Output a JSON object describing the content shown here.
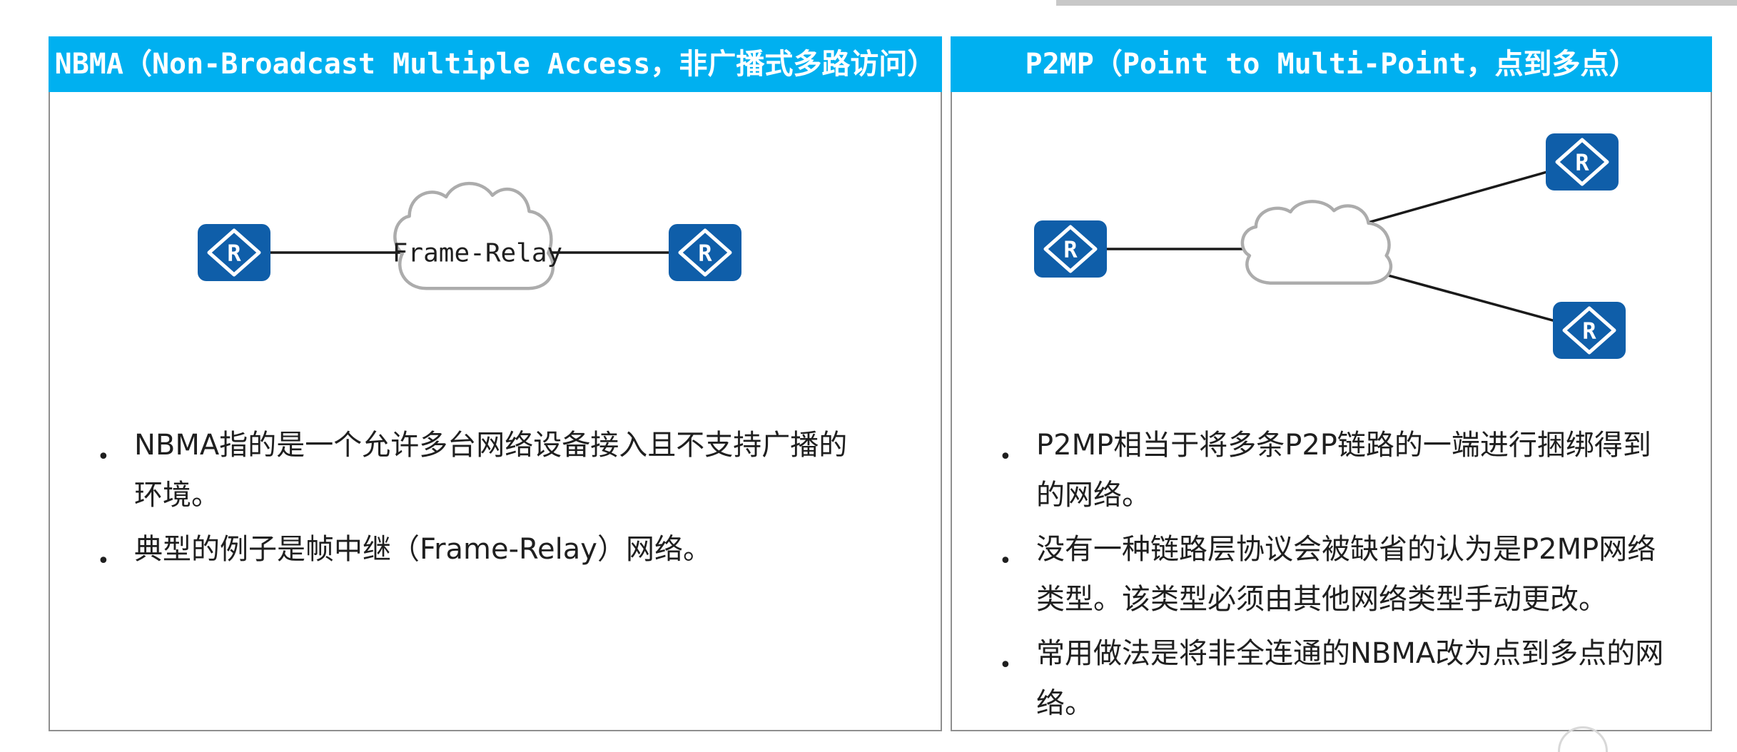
{
  "colors": {
    "header_bg": "#00B0F0",
    "header_text": "#FFFFFF",
    "router_fill": "#0F5EA9",
    "cloud_stroke": "#ACACAC",
    "cloud_fill": "#FFFFFF",
    "link_line": "#1A1A1A",
    "body_border": "#8F8F8F",
    "text": "#1F1F1F",
    "page_bg": "#FFFFFF"
  },
  "icons": {
    "router_glyph": "R"
  },
  "panels": [
    {
      "id": "nbma",
      "header": "NBMA（Non-Broadcast Multiple Access，非广播式多路访问）",
      "cloud_label": "Frame-Relay",
      "bullets": [
        "NBMA指的是一个允许多台网络设备接入且不支持广播的环境。",
        "典型的例子是帧中继（Frame-Relay）网络。"
      ]
    },
    {
      "id": "p2mp",
      "header": "P2MP（Point to Multi-Point，点到多点）",
      "cloud_label": "",
      "bullets": [
        "P2MP相当于将多条P2P链路的一端进行捆绑得到的网络。",
        "没有一种链路层协议会被缺省的认为是P2MP网络类型。该类型必须由其他网络类型手动更改。",
        "常用做法是将非全连通的NBMA改为点到多点的网络。"
      ]
    }
  ]
}
